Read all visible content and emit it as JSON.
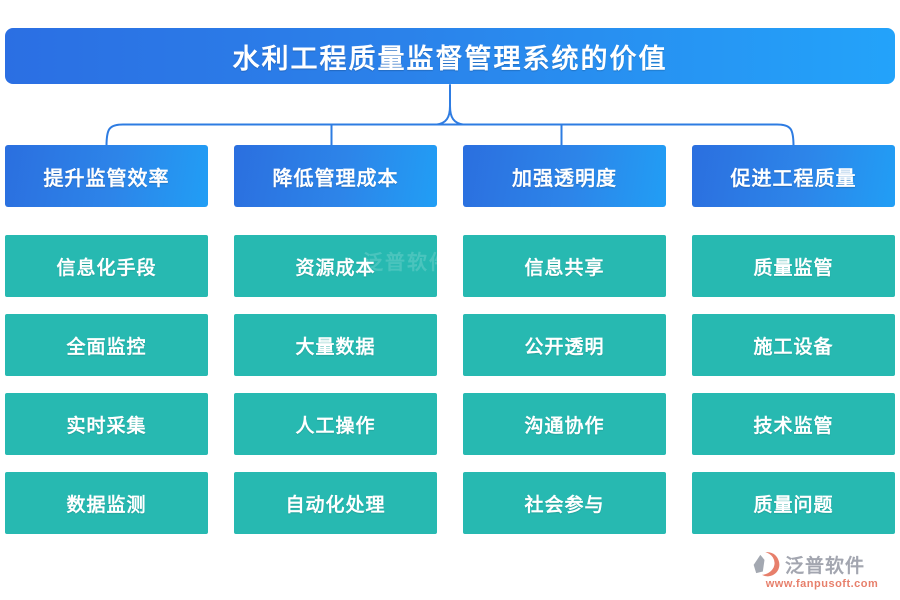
{
  "title": "水利工程质量监督管理系统的价值",
  "columns": [
    {
      "header": "提升监管效率",
      "items": [
        "信息化手段",
        "全面监控",
        "实时采集",
        "数据监测"
      ]
    },
    {
      "header": "降低管理成本",
      "items": [
        "资源成本",
        "大量数据",
        "人工操作",
        "自动化处理"
      ]
    },
    {
      "header": "加强透明度",
      "items": [
        "信息共享",
        "公开透明",
        "沟通协作",
        "社会参与"
      ]
    },
    {
      "header": "促进工程质量",
      "items": [
        "质量监管",
        "施工设备",
        "技术监管",
        "质量问题"
      ]
    }
  ],
  "watermark": {
    "name": "泛普软件"
  },
  "logo": {
    "name": "泛普软件",
    "url": "www.fanpusoft.com"
  },
  "colors": {
    "banner_left": "#2b6fe3",
    "banner_right": "#23a3fa",
    "header_left": "#2b6fdf",
    "header_right": "#219ef5",
    "item_teal": "#27b9b1",
    "connector_blue": "#2e7ce2",
    "logo_gray": "#8f939f",
    "logo_orange": "#e2644b"
  }
}
